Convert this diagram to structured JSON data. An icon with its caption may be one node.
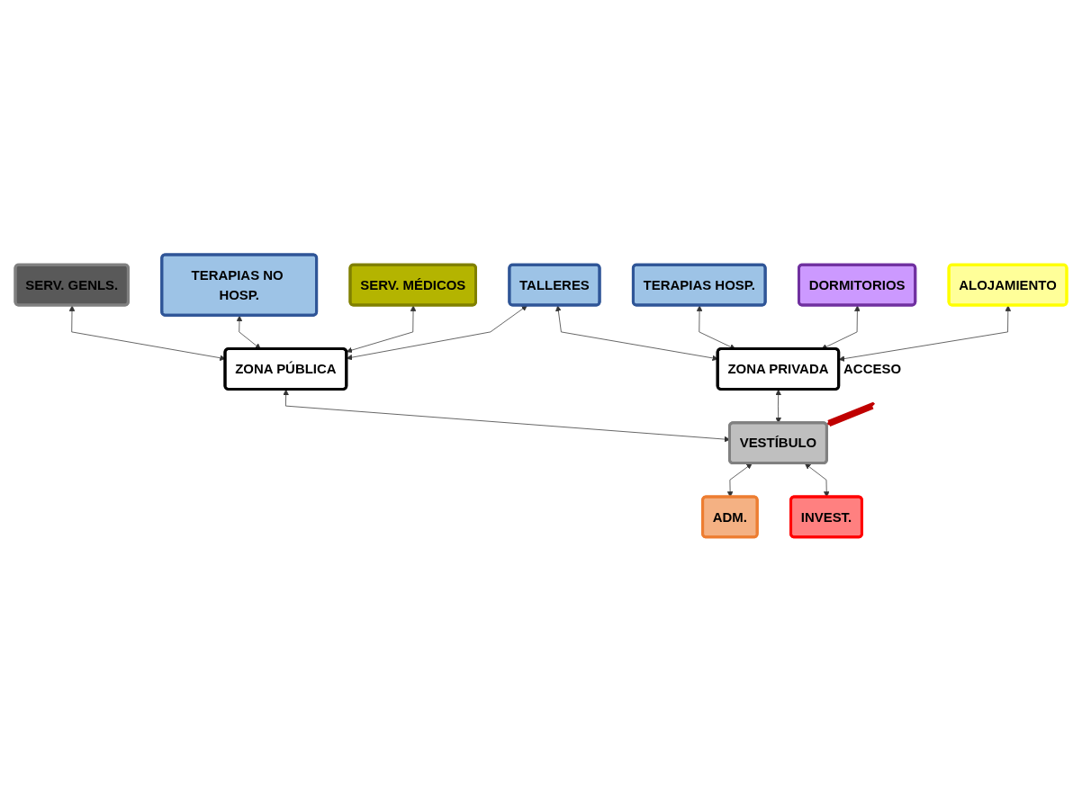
{
  "diagram": {
    "nodes": [
      {
        "text": [
          "SERV. GENLS."
        ]
      },
      {
        "text": [
          "TERAPIAS NO HOSP."
        ]
      },
      {
        "text": [
          "TERAPIAS HOSP."
        ]
      },
      {
        "text": [
          "TALLERES"
        ]
      },
      {
        "text": [
          "SERV. MÉDICOS"
        ]
      },
      {
        "text": [
          "ZONA PÚBLICA"
        ]
      },
      {
        "text": [
          "DORMITORIOS"
        ]
      },
      {
        "text": [
          "ZONA PRIVADA"
        ]
      },
      {
        "text": [
          "VESTÍBULO"
        ]
      },
      {
        "text": [
          "ADM."
        ]
      },
      {
        "text": [
          "ALOJAMIENTO"
        ]
      },
      {
        "text": [
          "INVEST."
        ]
      },
      {
        "text": [
          "ACCESO"
        ]
      }
    ],
    "edges": [
      {
        "from": 0,
        "to": 5,
        "arrow": "both"
      },
      {
        "from": 1,
        "to": 5,
        "arrow": "both"
      },
      {
        "from": 3,
        "to": 5,
        "arrow": "both"
      },
      {
        "from": 4,
        "to": 5,
        "arrow": "both"
      },
      {
        "from": 5,
        "to": 8,
        "arrow": "both"
      },
      {
        "from": 2,
        "to": 7,
        "arrow": "both"
      },
      {
        "from": 3,
        "to": 7,
        "arrow": "both"
      },
      {
        "from": 6,
        "to": 7,
        "arrow": "both"
      },
      {
        "from": 7,
        "to": 8,
        "arrow": "both"
      },
      {
        "from": 10,
        "to": 7,
        "arrow": "both"
      },
      {
        "from": 8,
        "to": 9,
        "arrow": "both"
      },
      {
        "from": 8,
        "to": 11,
        "arrow": "both"
      },
      {
        "from": 12,
        "to": 8,
        "arrow": "to",
        "style": "thick",
        "color": "#c00000"
      }
    ]
  }
}
